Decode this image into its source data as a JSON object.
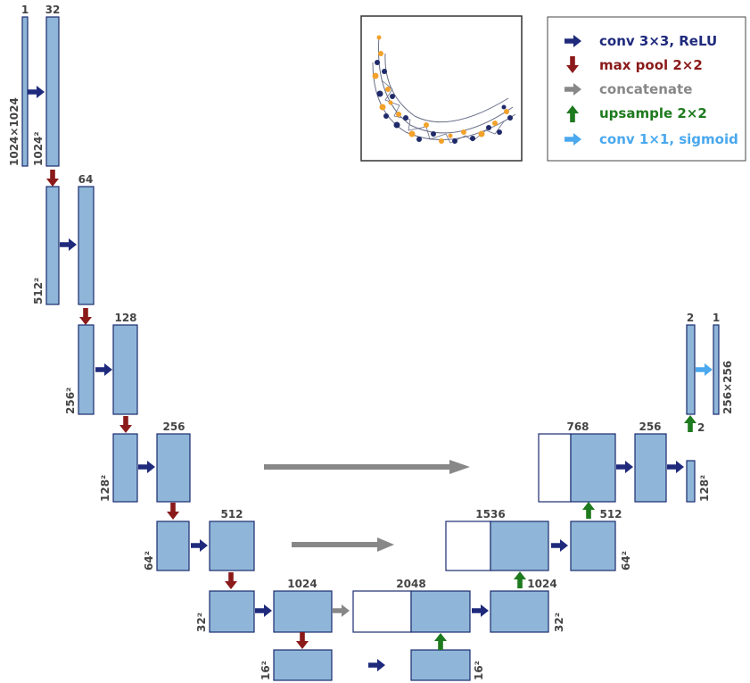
{
  "colors": {
    "block_fill": "#8fb6d8",
    "block_stroke": "#1a2b6e",
    "conv": "#1f2a7c",
    "pool": "#8b1a1a",
    "concat": "#888888",
    "up": "#1e7a1e",
    "final": "#4aa8ee"
  },
  "legend": {
    "conv": "conv 3×3, ReLU",
    "pool": "max pool 2×2",
    "concat": "concatenate",
    "up": "upsample 2×2",
    "final": "conv 1×1, sigmoid"
  },
  "labels": {
    "ch_1": "1",
    "ch_32": "32",
    "ch_64": "64",
    "ch_128": "128",
    "ch_256_enc": "256",
    "ch_512_enc": "512",
    "ch_1024_bottom": "1024",
    "ch_2048": "2048",
    "ch_1024_dec": "1024",
    "ch_1536": "1536",
    "ch_512_dec": "512",
    "ch_768": "768",
    "ch_256_dec": "256",
    "ch_2_top": "2",
    "ch_1_out": "1",
    "ch_2_side": "2",
    "size_1024x1024": "1024×1024",
    "size_1024sq": "1024²",
    "size_512sq": "512²",
    "size_256sq": "256²",
    "size_128sq_enc": "128²",
    "size_64sq_enc": "64²",
    "size_32sq_enc": "32²",
    "size_16sq_left": "16²",
    "size_16sq_right": "16²",
    "size_32sq_dec": "32²",
    "size_64sq_dec": "64²",
    "size_128sq_dec": "128²",
    "size_256x256": "256×256"
  }
}
